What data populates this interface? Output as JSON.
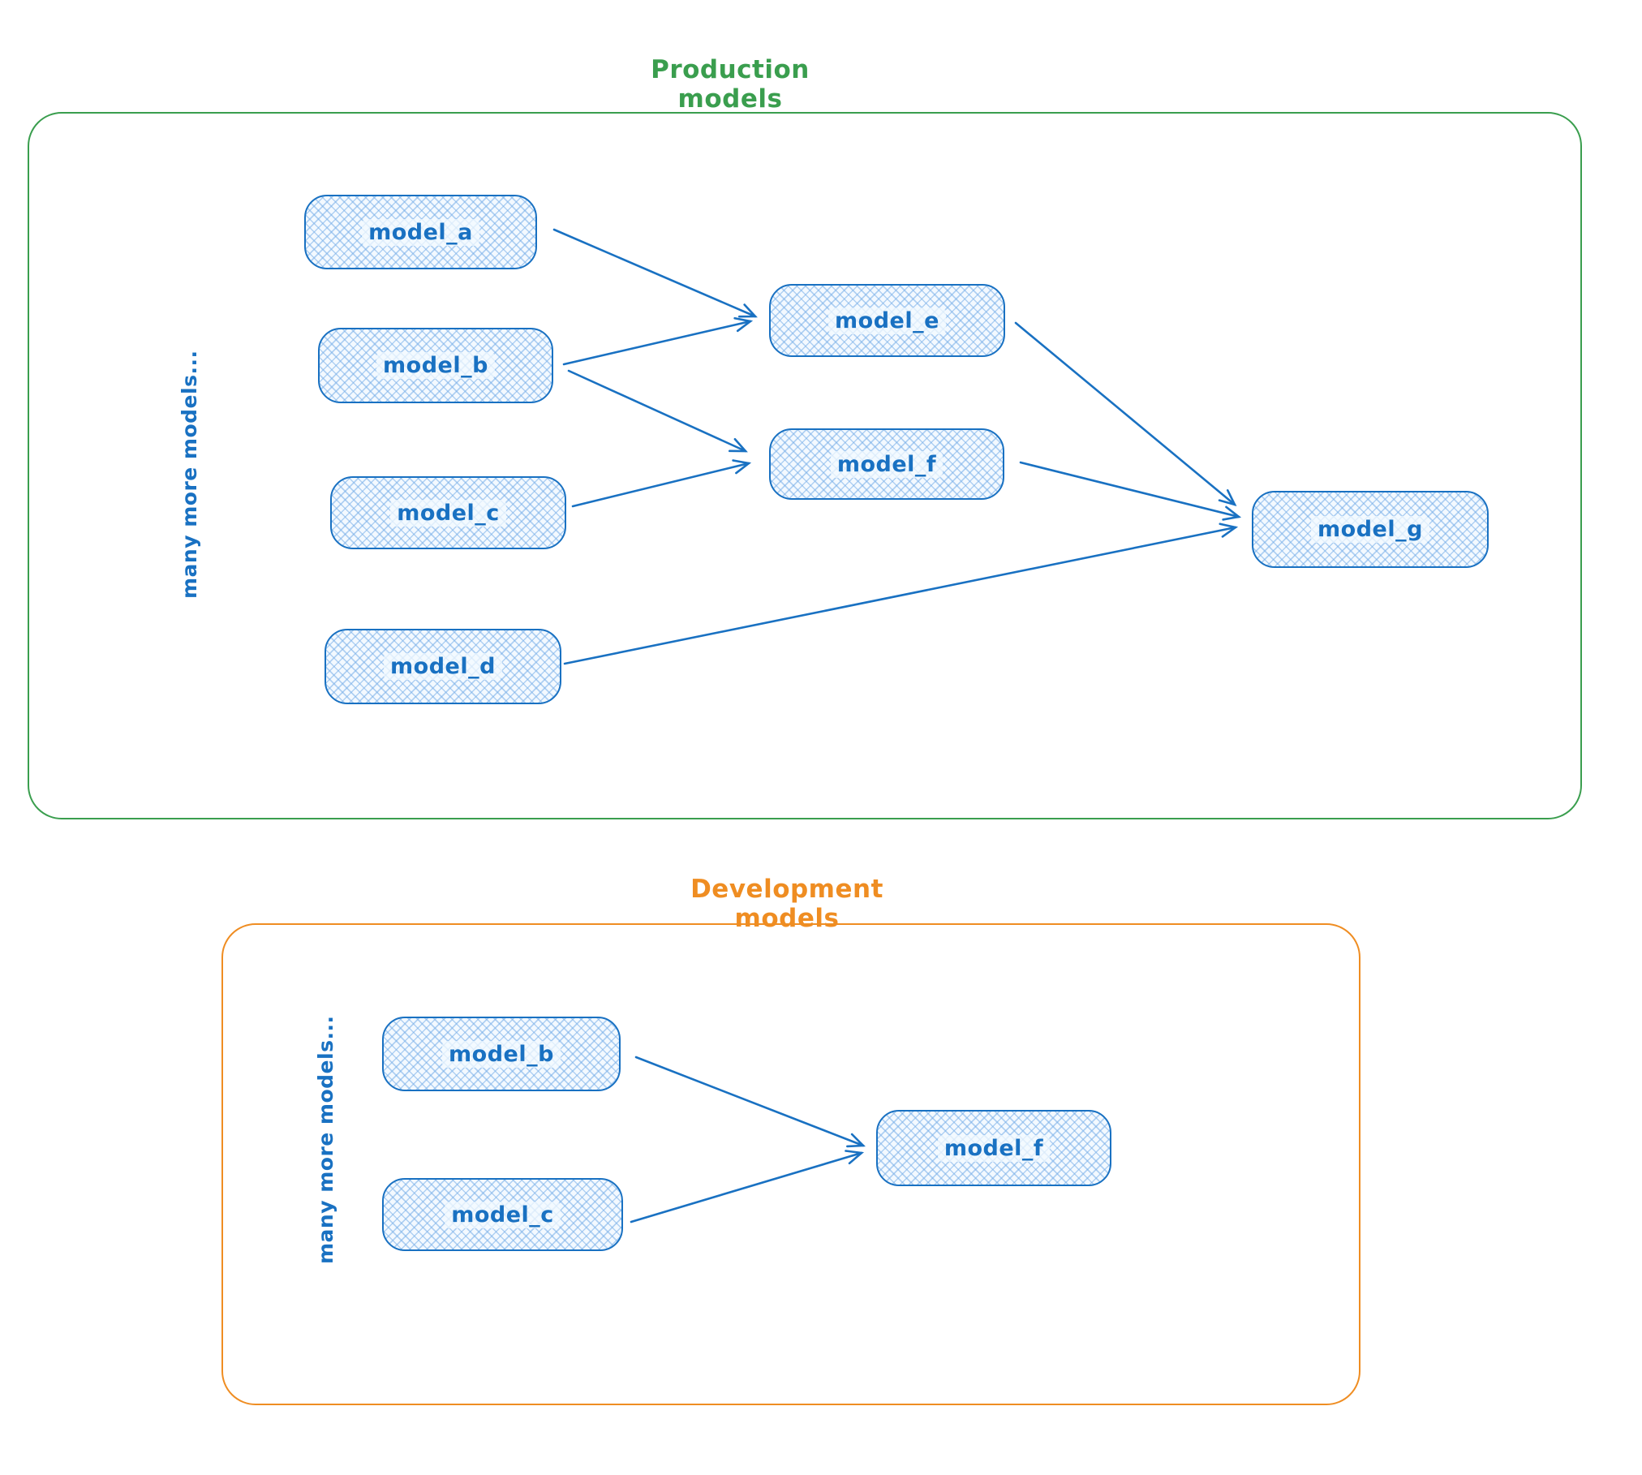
{
  "palette": {
    "blue": "#1971c2",
    "node_fill_tint": "#f3f9ff",
    "green": "#3a9e4e",
    "orange": "#ef8d22"
  },
  "sections": [
    {
      "id": "production",
      "title": "Production models",
      "side_label": "many more models...",
      "nodes": [
        {
          "id": "model_a",
          "label": "model_a"
        },
        {
          "id": "model_b",
          "label": "model_b"
        },
        {
          "id": "model_c",
          "label": "model_c"
        },
        {
          "id": "model_d",
          "label": "model_d"
        },
        {
          "id": "model_e",
          "label": "model_e"
        },
        {
          "id": "model_f",
          "label": "model_f"
        },
        {
          "id": "model_g",
          "label": "model_g"
        }
      ],
      "edges": [
        {
          "from": "model_a",
          "to": "model_e"
        },
        {
          "from": "model_b",
          "to": "model_e"
        },
        {
          "from": "model_b",
          "to": "model_f"
        },
        {
          "from": "model_c",
          "to": "model_f"
        },
        {
          "from": "model_e",
          "to": "model_g"
        },
        {
          "from": "model_f",
          "to": "model_g"
        },
        {
          "from": "model_d",
          "to": "model_g"
        }
      ]
    },
    {
      "id": "development",
      "title": "Development models",
      "side_label": "many more models...",
      "nodes": [
        {
          "id": "model_b",
          "label": "model_b"
        },
        {
          "id": "model_c",
          "label": "model_c"
        },
        {
          "id": "model_f",
          "label": "model_f"
        }
      ],
      "edges": [
        {
          "from": "model_b",
          "to": "model_f"
        },
        {
          "from": "model_c",
          "to": "model_f"
        }
      ]
    }
  ]
}
